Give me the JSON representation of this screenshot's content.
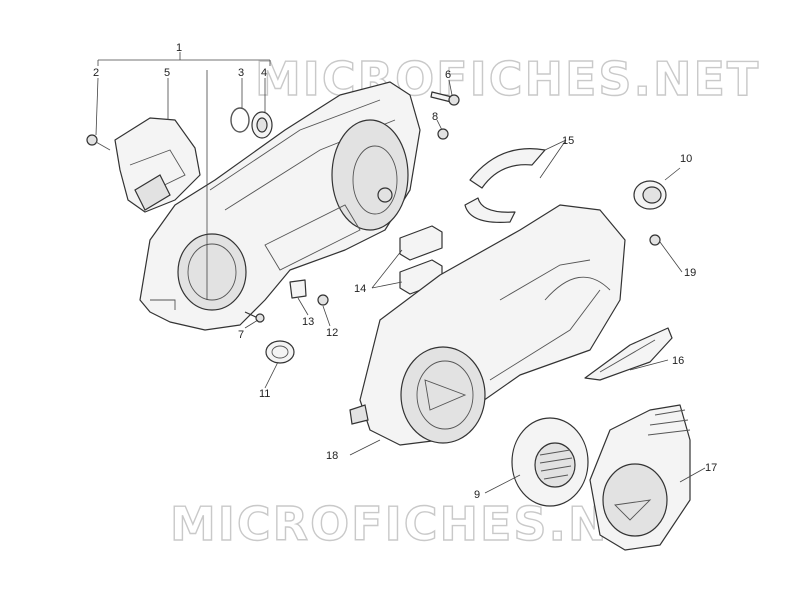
{
  "watermark": {
    "text": "MICROFICHES.NET"
  },
  "callouts": [
    {
      "id": "1",
      "label": "1"
    },
    {
      "id": "2",
      "label": "2"
    },
    {
      "id": "3",
      "label": "3"
    },
    {
      "id": "4",
      "label": "4"
    },
    {
      "id": "5",
      "label": "5"
    },
    {
      "id": "6",
      "label": "6"
    },
    {
      "id": "7",
      "label": "7"
    },
    {
      "id": "8",
      "label": "8"
    },
    {
      "id": "9",
      "label": "9"
    },
    {
      "id": "10",
      "label": "10"
    },
    {
      "id": "11",
      "label": "11"
    },
    {
      "id": "12",
      "label": "12"
    },
    {
      "id": "13",
      "label": "13"
    },
    {
      "id": "14",
      "label": "14"
    },
    {
      "id": "15",
      "label": "15"
    },
    {
      "id": "16",
      "label": "16"
    },
    {
      "id": "17",
      "label": "17"
    },
    {
      "id": "18",
      "label": "18"
    },
    {
      "id": "19",
      "label": "19"
    }
  ]
}
